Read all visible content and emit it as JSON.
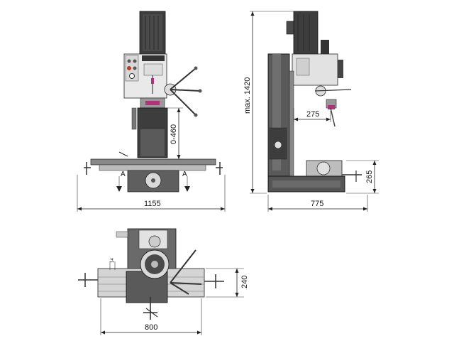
{
  "colors": {
    "machine_dark": "#3d3d3d",
    "machine_mid": "#6a6a6a",
    "machine_light": "#bdbdbd",
    "panel_white": "#e9e9e9",
    "accent_magenta": "#b0327a",
    "button_red": "#c0392b",
    "line": "#222222"
  },
  "front_view": {
    "height_range_label": "0-460",
    "width_label": "1155",
    "section_marker": "A"
  },
  "side_view": {
    "max_height_label": "max. 1420",
    "reach_label": "275",
    "table_height_label": "265",
    "depth_label": "775"
  },
  "top_view": {
    "table_width_label": "240",
    "length_label": "800",
    "slot_label": "14"
  },
  "icons": [
    "motor-icon",
    "handwheel-icon",
    "control-panel-icon"
  ]
}
